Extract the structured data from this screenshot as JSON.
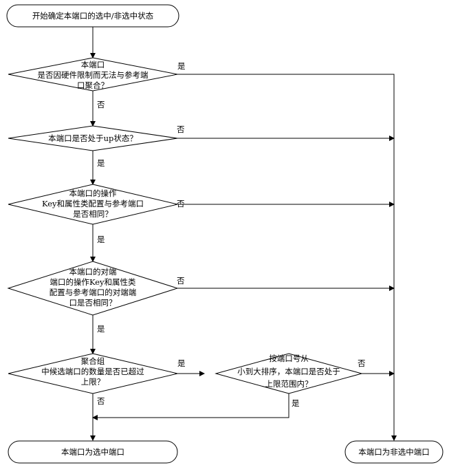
{
  "start": "开始确定本端口的选中/非选中状态",
  "decisions": {
    "d1": [
      "本端口",
      "是否因硬件限制而无法与参考端",
      "口聚合？"
    ],
    "d2": [
      "本端口是否处于up状态？"
    ],
    "d3": [
      "本端口的操作",
      "Key和属性类配置与参考端口",
      "是否相同？"
    ],
    "d4": [
      "本端口的对端",
      "端口的操作Key和属性类",
      "配置与参考端口的对端端",
      "口是否相同？"
    ],
    "d5": [
      "聚合组",
      "中候选端口的数量是否已超过",
      "上限？"
    ],
    "d6": [
      "按端口号从",
      "小到大排序，本端口是否处于",
      "上限范围内？"
    ]
  },
  "labels": {
    "yes": "是",
    "no": "否"
  },
  "end_selected": "本端口为选中端口",
  "end_unselected": "本端口为非选中端口"
}
